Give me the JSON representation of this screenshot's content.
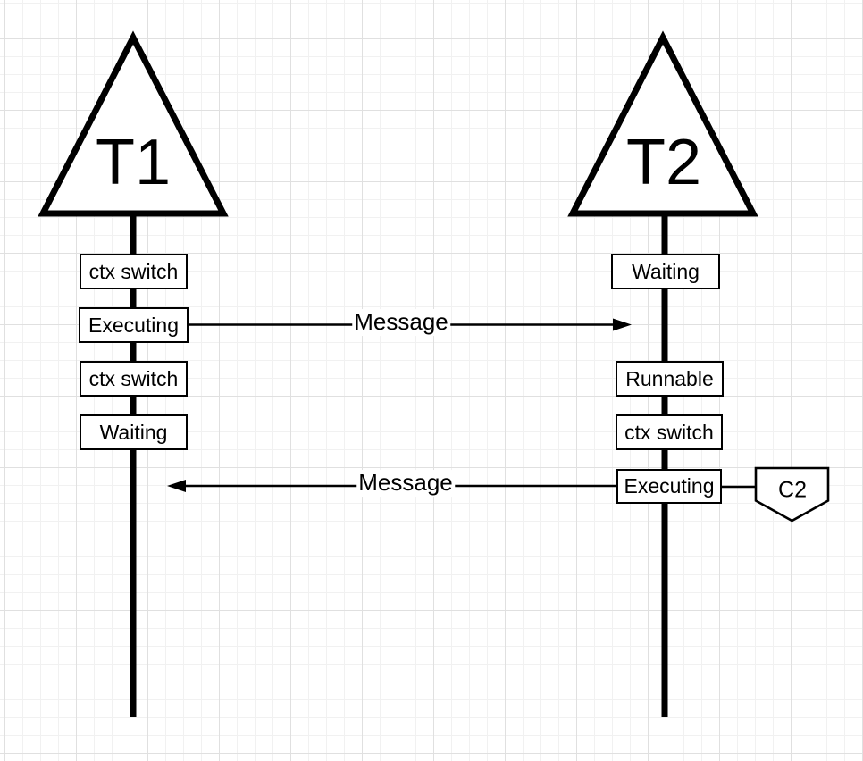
{
  "diagram": {
    "type": "thread-lifeline-sequence-diagram",
    "actors": [
      {
        "label": "T1"
      },
      {
        "label": "T2"
      }
    ],
    "t1_states": [
      "ctx switch",
      "Executing",
      "ctx switch",
      "Waiting"
    ],
    "t2_states": [
      "Waiting",
      "Runnable",
      "ctx switch",
      "Executing"
    ],
    "messages": [
      {
        "label": "Message",
        "from": "T1",
        "to": "T2",
        "direction": "left-to-right"
      },
      {
        "label": "Message",
        "from": "T2",
        "to": "T1",
        "direction": "right-to-left"
      }
    ],
    "annotation": {
      "label": "C2",
      "attached_to": "T2 Executing state"
    },
    "colors": {
      "shape_stroke": "#000000",
      "shape_fill": "#ffffff",
      "text": "#000000",
      "canvas_background": "#ffffff",
      "grid_minor": "#f1f1f1",
      "grid_major": "#e0e0e0"
    }
  }
}
